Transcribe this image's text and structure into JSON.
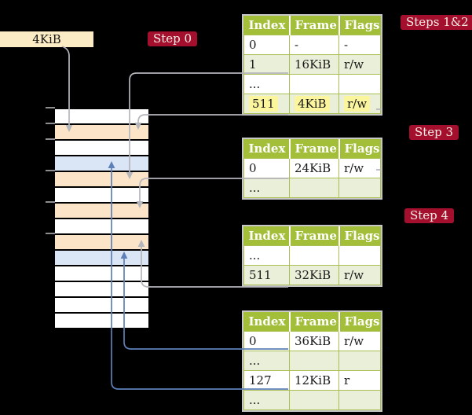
{
  "frame_label": {
    "text": "4KiB"
  },
  "badges": {
    "step0": "Step 0",
    "steps12": "Steps 1&2",
    "step3": "Step 3",
    "step4": "Step 4"
  },
  "memory_column": {
    "rows": [
      {
        "kind": "free"
      },
      {
        "kind": "page-table"
      },
      {
        "kind": "free"
      },
      {
        "kind": "mapped-page"
      },
      {
        "kind": "page-table"
      },
      {
        "kind": "free"
      },
      {
        "kind": "page-table"
      },
      {
        "kind": "free"
      },
      {
        "kind": "page-table"
      },
      {
        "kind": "mapped-page"
      },
      {
        "kind": "free"
      },
      {
        "kind": "free"
      },
      {
        "kind": "free"
      },
      {
        "kind": "free"
      }
    ]
  },
  "tables": [
    {
      "name": "level-4-table",
      "headers": [
        "Index",
        "Frame",
        "Flags"
      ],
      "rows": [
        {
          "cells": [
            "0",
            "-",
            "-"
          ],
          "shaded": false,
          "highlighted": false
        },
        {
          "cells": [
            "1",
            "16KiB",
            "r/w"
          ],
          "shaded": true,
          "highlighted": false
        },
        {
          "cells": [
            "...",
            "",
            ""
          ],
          "shaded": false,
          "highlighted": false
        },
        {
          "cells": [
            "511",
            "4KiB",
            "r/w"
          ],
          "shaded": true,
          "highlighted": true
        }
      ]
    },
    {
      "name": "level-3-table",
      "headers": [
        "Index",
        "Frame",
        "Flags"
      ],
      "rows": [
        {
          "cells": [
            "0",
            "24KiB",
            "r/w"
          ],
          "shaded": false,
          "highlighted": false
        },
        {
          "cells": [
            "...",
            "",
            ""
          ],
          "shaded": true,
          "highlighted": false
        }
      ]
    },
    {
      "name": "level-2-table",
      "headers": [
        "Index",
        "Frame",
        "Flags"
      ],
      "rows": [
        {
          "cells": [
            "...",
            "",
            ""
          ],
          "shaded": false,
          "highlighted": false
        },
        {
          "cells": [
            "511",
            "32KiB",
            "r/w"
          ],
          "shaded": true,
          "highlighted": false
        }
      ]
    },
    {
      "name": "level-1-table",
      "headers": [
        "Index",
        "Frame",
        "Flags"
      ],
      "rows": [
        {
          "cells": [
            "0",
            "36KiB",
            "r/w"
          ],
          "shaded": false,
          "highlighted": false
        },
        {
          "cells": [
            "...",
            "",
            ""
          ],
          "shaded": true,
          "highlighted": false
        },
        {
          "cells": [
            "127",
            "12KiB",
            "r"
          ],
          "shaded": false,
          "highlighted": false
        },
        {
          "cells": [
            "...",
            "",
            ""
          ],
          "shaded": true,
          "highlighted": false
        }
      ]
    }
  ],
  "colors": {
    "background": "#000000",
    "table_header_green": "#a3bf3a",
    "table_row_green": "#e9efd8",
    "highlight_yellow": "#fbf59e",
    "memory_page_table_wheat": "#fce4c9",
    "memory_mapped_page_blue": "#dae6f5",
    "memory_free_white": "#ffffff",
    "badge_red": "#a50f2e",
    "connector_gray": "#b5b5bc",
    "connector_blue": "#5d80b8",
    "frame_label_bg": "#fcecc5"
  }
}
